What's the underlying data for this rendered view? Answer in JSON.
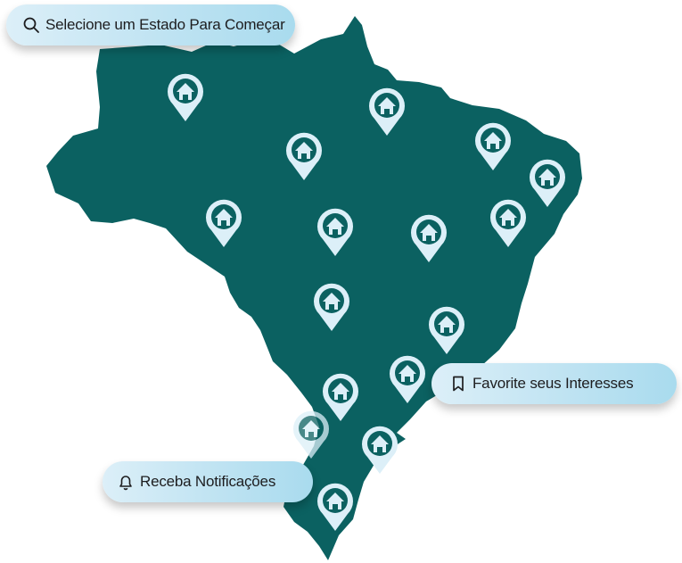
{
  "colors": {
    "map_fill": "#0b6161",
    "pin_fill": "#dceff8",
    "pill_gradient_start": "#dceff8",
    "pill_gradient_end": "#a9dbee",
    "text": "#1d1d1f"
  },
  "pills": {
    "search": {
      "label": "Selecione um Estado Para Começar",
      "icon": "search-icon"
    },
    "favorite": {
      "label": "Favorite seus Interesses",
      "icon": "bookmark-icon"
    },
    "notifications": {
      "label": "Receba Notificações",
      "icon": "bell-icon"
    }
  },
  "map": {
    "region": "Brasil",
    "pin_icon": "house-location-pin-icon",
    "pin_count": 18
  }
}
